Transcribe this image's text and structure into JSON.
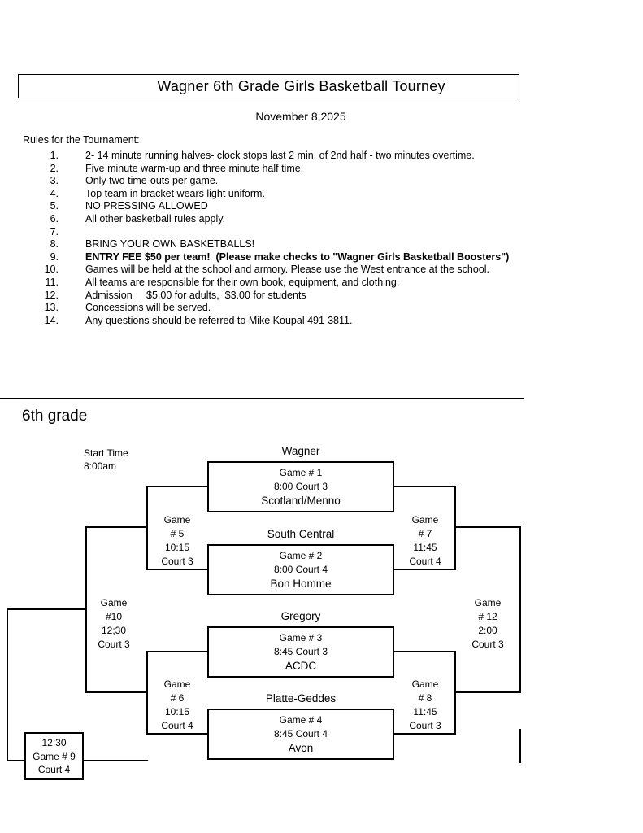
{
  "colors": {
    "text": "#000000",
    "background": "#ffffff",
    "line": "#000000"
  },
  "header": {
    "title": "Wagner 6th Grade Girls Basketball Tourney",
    "date": "November 8,2025"
  },
  "rules": {
    "heading": "Rules for the Tournament:",
    "items": [
      {
        "num": "1.",
        "text": "2- 14 minute running halves- clock stops last 2 min. of 2nd half - two minutes overtime."
      },
      {
        "num": "2.",
        "text": "Five minute warm-up and three minute half time."
      },
      {
        "num": "3.",
        "text": "Only two time-outs per game."
      },
      {
        "num": "4.",
        "text": "Top team in bracket wears light uniform."
      },
      {
        "num": "5.",
        "text": "NO PRESSING ALLOWED"
      },
      {
        "num": "6.",
        "text": "All other basketball rules apply."
      },
      {
        "num": "7.",
        "text": ""
      },
      {
        "num": "8.",
        "text": "BRING YOUR OWN BASKETBALLS!"
      },
      {
        "num": "9.",
        "text": "ENTRY FEE $50 per team!  (Please make checks to \"Wagner Girls Basketball Boosters\")"
      },
      {
        "num": "10.",
        "text": "Games will be held at the school and armory. Please use the West entrance at the school."
      },
      {
        "num": "11.",
        "text": "All teams are responsible for their own book, equipment, and clothing."
      },
      {
        "num": "12.",
        "text": "Admission     $5.00 for adults,  $3.00 for students"
      },
      {
        "num": "13.",
        "text": "Concessions will be served."
      },
      {
        "num": "14.",
        "text": "Any questions should be referred to Mike Koupal 491-3811."
      }
    ]
  },
  "bracket": {
    "heading": "6th grade",
    "start_time": {
      "label": "Start Time",
      "value": "8:00am"
    },
    "round1": [
      {
        "top_team": "Wagner",
        "game": "Game # 1",
        "time_court": "8:00 Court 3",
        "bottom_team": "Scotland/Menno"
      },
      {
        "top_team": "South Central",
        "game": "Game # 2",
        "time_court": "8:00 Court 4",
        "bottom_team": "Bon Homme"
      },
      {
        "top_team": "Gregory",
        "game": "Game # 3",
        "time_court": "8:45 Court 3",
        "bottom_team": "ACDC"
      },
      {
        "top_team": "Platte-Geddes",
        "game": "Game # 4",
        "time_court": "8:45 Court 4",
        "bottom_team": "Avon"
      }
    ],
    "connectors": {
      "g5": [
        "Game",
        "# 5",
        "10:15",
        "Court 3"
      ],
      "g6": [
        "Game",
        "# 6",
        "10:15",
        "Court 4"
      ],
      "g7": [
        "Game",
        "# 7",
        "11:45",
        "Court 4"
      ],
      "g8": [
        "Game",
        "# 8",
        "11:45",
        "Court 3"
      ],
      "g10": [
        "Game",
        "#10",
        "12;30",
        "Court 3"
      ],
      "g12": [
        "Game",
        "# 12",
        "2:00",
        "Court 3"
      ]
    },
    "game9": [
      "12:30",
      "Game # 9",
      "Court 4"
    ]
  }
}
